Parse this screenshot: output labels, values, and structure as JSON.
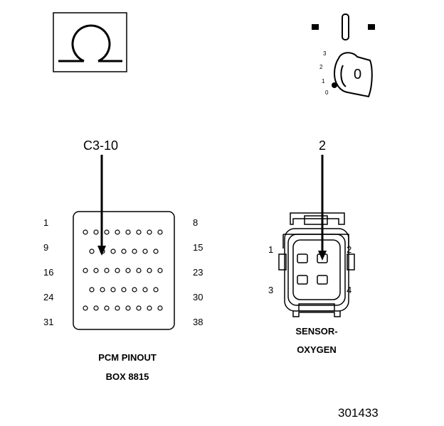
{
  "meter_symbol": "Ω",
  "ignition": {
    "key_label": "0",
    "positions": [
      "3",
      "2",
      "1",
      "0"
    ]
  },
  "pcm": {
    "probe_label": "C3-10",
    "row_start_labels": [
      "1",
      "9",
      "16",
      "24",
      "31"
    ],
    "row_end_labels": [
      "8",
      "15",
      "23",
      "30",
      "38"
    ],
    "title_line1": "PCM PINOUT",
    "title_line2": "BOX 8815"
  },
  "sensor": {
    "probe_label": "2",
    "pin_labels": [
      "1",
      "2",
      "3",
      "4"
    ],
    "title_line1": "SENSOR-",
    "title_line2": "OXYGEN"
  },
  "figure_number": "301433"
}
